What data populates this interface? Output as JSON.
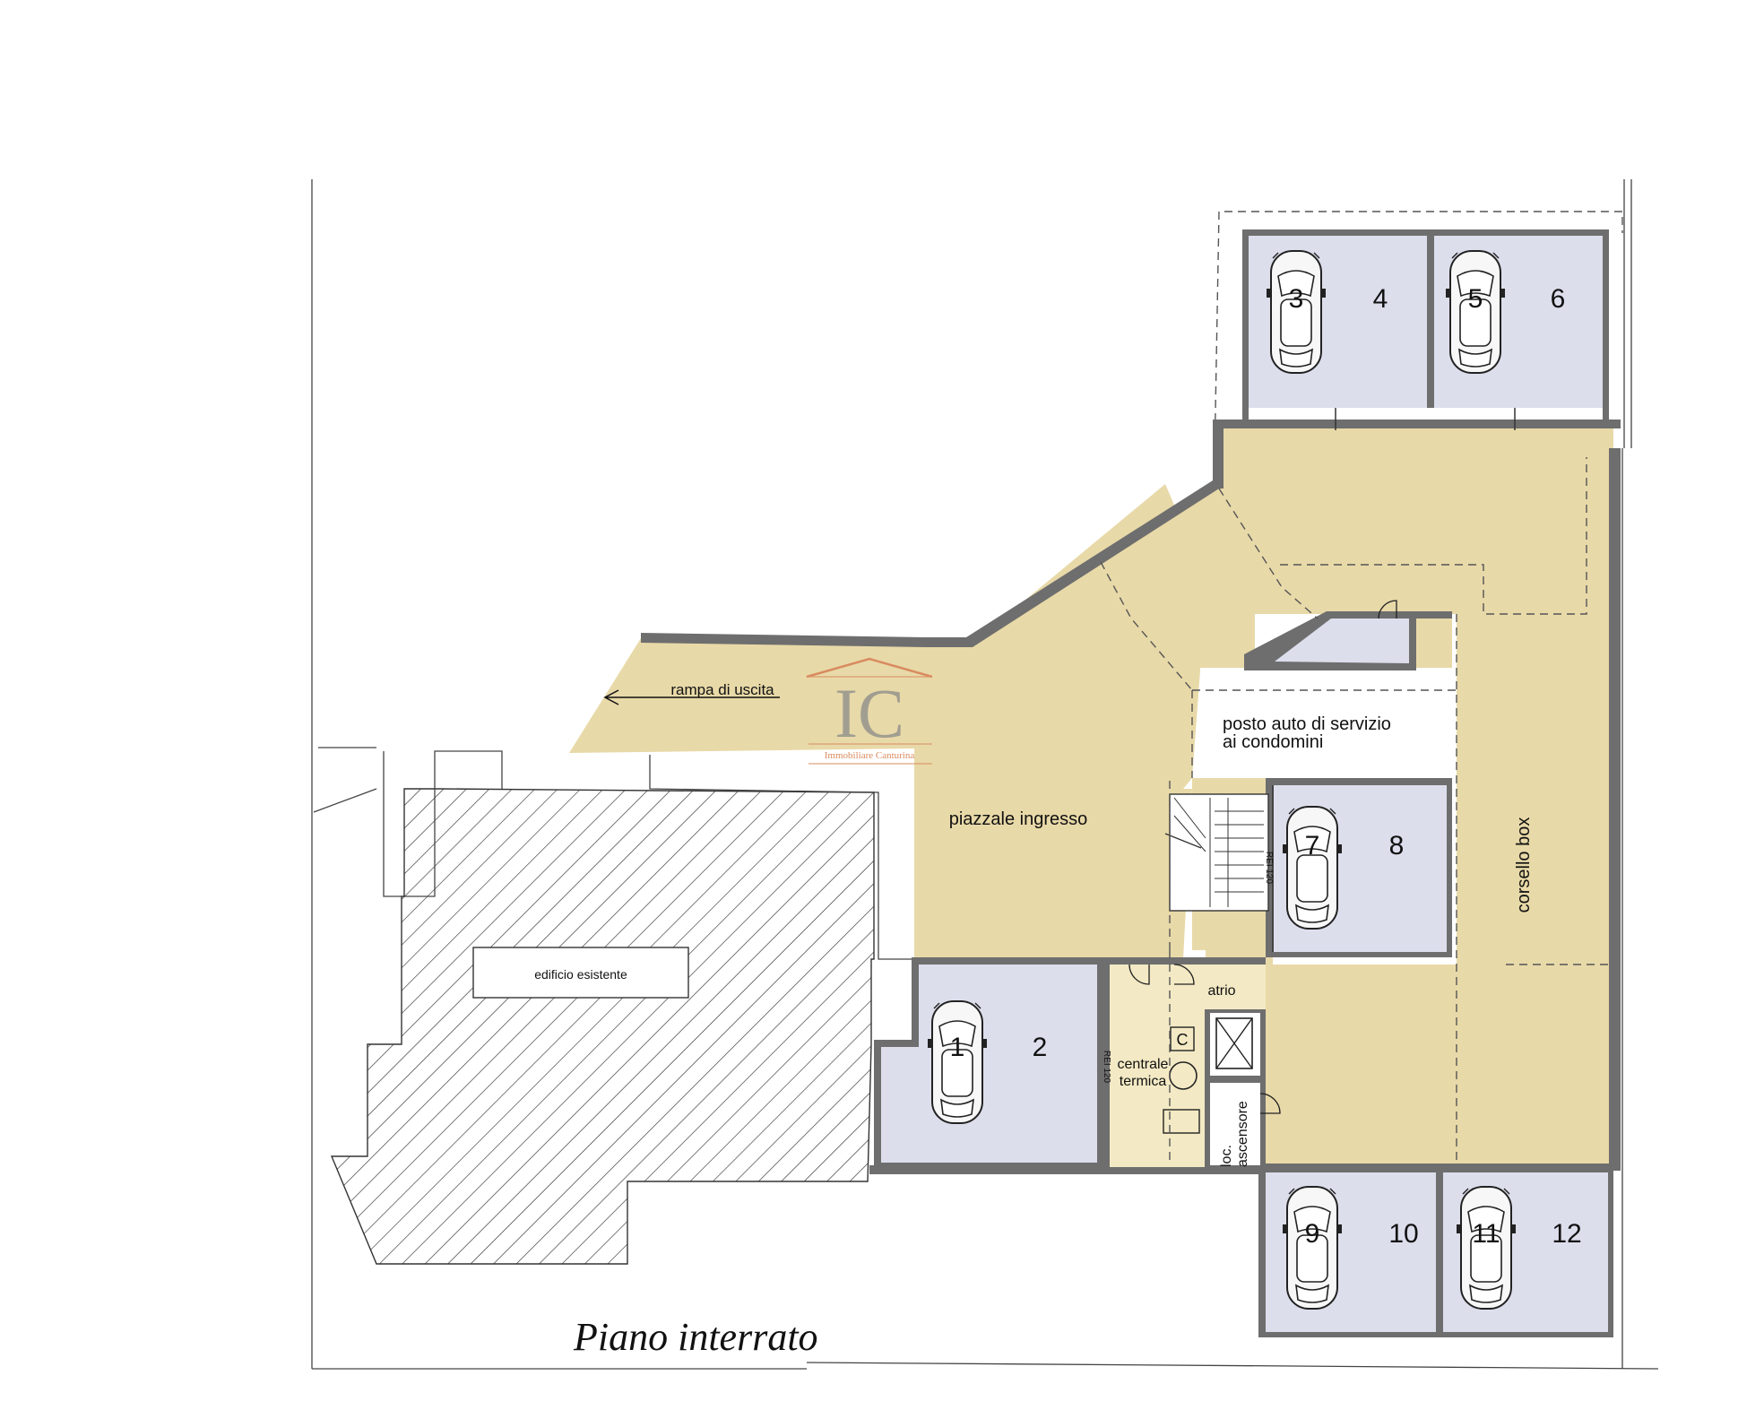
{
  "plan": {
    "title": "Piano interrato",
    "rooms": {
      "ramp": "rampa di uscita",
      "courtyard": "piazzale ingresso",
      "service_parking_line1": "posto auto di servizio",
      "service_parking_line2": "ai condomini",
      "aisle": "corsello box",
      "atrium": "atrio",
      "boiler_line1": "centrale",
      "boiler_line2": "termica",
      "lift_line1": "loc.",
      "lift_line2": "ascensore",
      "existing_building": "edificio esistente",
      "fire_rating": "REI 120",
      "boiler_symbol": "C"
    },
    "boxes": [
      "1",
      "2",
      "3",
      "4",
      "5",
      "6",
      "7",
      "8",
      "9",
      "10",
      "11",
      "12"
    ],
    "logo": {
      "initials": "IC",
      "name": "Immobiliare Canturina",
      "color": "#d98b5f"
    },
    "colors": {
      "common_area": "#e8d9a8",
      "garage_box": "#dcdeec",
      "technical_room": "#f3e9c4",
      "walls": "#6e6e6e"
    }
  }
}
